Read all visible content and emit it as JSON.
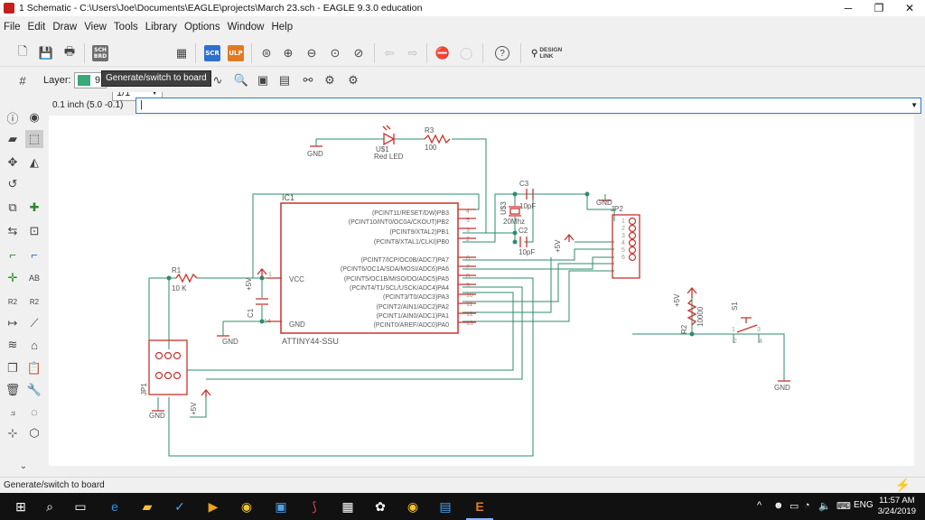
{
  "window": {
    "title": "1 Schematic - C:\\Users\\Joe\\Documents\\EAGLE\\projects\\March 23.sch - EAGLE 9.3.0 education",
    "minimize": "─",
    "maximize": "❐",
    "close": "✕"
  },
  "menu": [
    "File",
    "Edit",
    "Draw",
    "View",
    "Tools",
    "Library",
    "Options",
    "Window",
    "Help"
  ],
  "toolbar": {
    "sheet_value": "1/1",
    "sch_label": "SCH BRD",
    "scr_label": "SCR",
    "ulp_label": "ULP",
    "design_link": "DESIGN LINK",
    "help": "?"
  },
  "layer": {
    "label": "Layer:",
    "number": "9",
    "color": "#3aa87a"
  },
  "tooltip": "Generate/switch to board",
  "command": {
    "coord": "0.1 inch (5.0 -0.1)",
    "value": "|"
  },
  "status": "Generate/switch to board",
  "colors": {
    "wire": "#2e8b6e",
    "part": "#c8322d",
    "label": "#555555",
    "pin": "#999999"
  },
  "schematic": {
    "ic1": {
      "name": "IC1",
      "value": "ATTINY44-SSU",
      "vcc": "VCC",
      "gnd": "GND",
      "pins_right": [
        {
          "label": "(PCINT11/RESET/DW)PB3",
          "num": "4"
        },
        {
          "label": "(PCINT10/INT0/OC0A/CKOUT)PB2",
          "num": "5"
        },
        {
          "label": "(PCINT9/XTAL2)PB1",
          "num": "3"
        },
        {
          "label": "(PCINT8/XTAL1/CLKI)PB0",
          "num": "2"
        },
        {
          "label": "(PCINT7/ICP/OC0B/ADC7)PA7",
          "num": "6"
        },
        {
          "label": "(PCINT6/OC1A/SDA/MOSI/ADC6)PA6",
          "num": "7"
        },
        {
          "label": "(PCINT5/OC1B/MISO/DO/ADC5)PA5",
          "num": "8"
        },
        {
          "label": "(PCINT4/T1/SCL/USCK/ADC4)PA4",
          "num": "9"
        },
        {
          "label": "(PCINT3/T0/ADC3)PA3",
          "num": "10"
        },
        {
          "label": "(PCINT2/AIN1/ADC2)PA2",
          "num": "11"
        },
        {
          "label": "(PCINT1/AIN0/ADC1)PA1",
          "num": "12"
        },
        {
          "label": "(PCINT0/AREF/ADC0)PA0",
          "num": "13"
        }
      ],
      "pin_vcc": "1",
      "pin_gnd": "14"
    },
    "led": {
      "name": "U$1",
      "value": "Red LED"
    },
    "r3": {
      "name": "R3",
      "value": "100"
    },
    "r1": {
      "name": "R1",
      "value": "10 K"
    },
    "r2": {
      "name": "R2",
      "value": "10000"
    },
    "c1": {
      "name": "C1"
    },
    "c2": {
      "name": "C2",
      "value": "10pF"
    },
    "c3": {
      "name": "C3",
      "value": "10pF"
    },
    "crystal": {
      "name": "U$3",
      "value": "20Mhz"
    },
    "jp1": {
      "name": "JP1"
    },
    "jp2": {
      "name": "JP2",
      "pins": [
        "1",
        "2",
        "3",
        "4",
        "5",
        "6"
      ]
    },
    "s1": {
      "name": "S1",
      "p1": "1",
      "p2": "2",
      "p3": "3",
      "p4": "4"
    },
    "gnd": "GND",
    "plus5v": "+5V"
  },
  "taskbar": {
    "lang": "ENG",
    "time": "11:57 AM",
    "date": "3/24/2019"
  }
}
